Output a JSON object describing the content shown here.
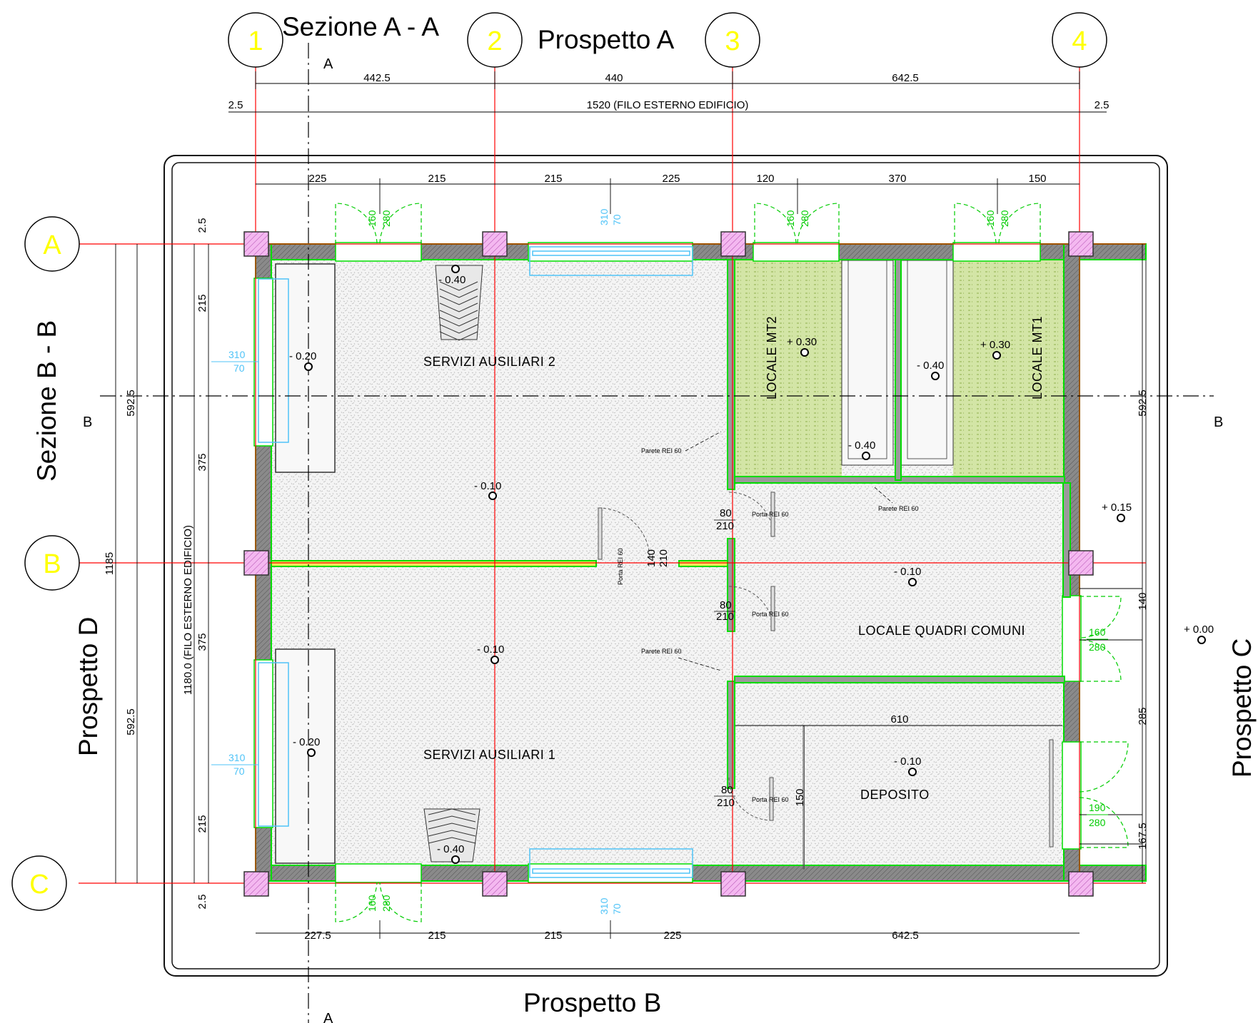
{
  "titles": {
    "section_aa": "Sezione A - A",
    "section_bb": "Sezione B - B",
    "prospetto_a": "Prospetto A",
    "prospetto_b": "Prospetto B",
    "prospetto_c": "Prospetto C",
    "prospetto_d": "Prospetto D",
    "cut_a": "A",
    "cut_b": "B"
  },
  "axes": {
    "columns": [
      "1",
      "2",
      "3",
      "4"
    ],
    "rows": [
      "A",
      "B",
      "C"
    ]
  },
  "dimensions": {
    "top_axes": [
      "442.5",
      "440",
      "642.5"
    ],
    "overall_top": "1520 (FILO ESTERNO EDIFICIO)",
    "edge_left": "2.5",
    "edge_right": "2.5",
    "top_openings": [
      "225",
      "215",
      "215",
      "225",
      "120",
      "370",
      "150"
    ],
    "bottom": [
      "227.5",
      "215",
      "215",
      "225",
      "642.5"
    ],
    "left_outer": [
      "1185"
    ],
    "left_overall": "1180.0 (FILO ESTERNO EDIFICIO)",
    "left_halves": [
      "592.5",
      "592.5"
    ],
    "left_openings": [
      "2.5",
      "215",
      "375",
      "375",
      "215",
      "2.5"
    ],
    "right_half": "592.5",
    "right_openings": [
      "140",
      "285",
      "167.5"
    ],
    "deposito_width": "610",
    "deposito_inner": "150"
  },
  "rooms": {
    "servizi_2": "SERVIZI AUSILIARI 2",
    "servizi_1": "SERVIZI AUSILIARI 1",
    "mt2": "LOCALE MT2",
    "mt1": "LOCALE MT1",
    "quadri": "LOCALE QUADRI COMUNI",
    "deposito": "DEPOSITO"
  },
  "levels": {
    "l1": "- 0.40",
    "l2": "- 0.20",
    "l3": "- 0.10",
    "l4": "- 0.10",
    "l5": "- 0.20",
    "l6": "- 0.40",
    "l7": "+ 0.30",
    "l8": "+ 0.30",
    "l9": "- 0.40",
    "l10": "- 0.40",
    "l11": "+ 0.15",
    "l12": "- 0.10",
    "l13": "+ 0.00",
    "l14": "- 0.10"
  },
  "door_sizes": {
    "d_top1_w": "160",
    "d_top1_h": "280",
    "d_top2_w": "160",
    "d_top2_h": "280",
    "d_top3_w": "160",
    "d_top3_h": "280",
    "d_bot_w": "160",
    "d_bot_h": "280",
    "d_r1_w": "160",
    "d_r1_h": "280",
    "d_r2_w": "190",
    "d_r2_h": "280",
    "d_in1_w": "80",
    "d_in1_h": "210",
    "d_in2_w": "80",
    "d_in2_h": "210",
    "d_in3_w": "80",
    "d_in3_h": "210",
    "d_mid_w": "140",
    "d_mid_h": "210"
  },
  "window_sizes": {
    "w_top_w": "310",
    "w_top_h": "70",
    "w_bot_w": "310",
    "w_bot_h": "70",
    "w_l1_w": "310",
    "w_l1_h": "70",
    "w_l2_w": "310",
    "w_l2_h": "70"
  },
  "notes": {
    "parete1": "Parete REI 60",
    "parete2": "Parete REI 60",
    "parete3": "Parete REI 60",
    "porta1": "Porta REI 60",
    "porta2": "Porta REI 60",
    "porta3": "Porta REI 60",
    "porta4": "Porta REI 60"
  },
  "colors": {
    "axis_line": "#ff0000",
    "axis_label": "#ffff00",
    "wall_fill": "#6e6e6e",
    "wall_outline": "#00dd00",
    "column_fill": "#f2b6f2",
    "mt_fill": "#cfe3a3",
    "window": "#4fc3f7",
    "door": "#00cc00"
  }
}
